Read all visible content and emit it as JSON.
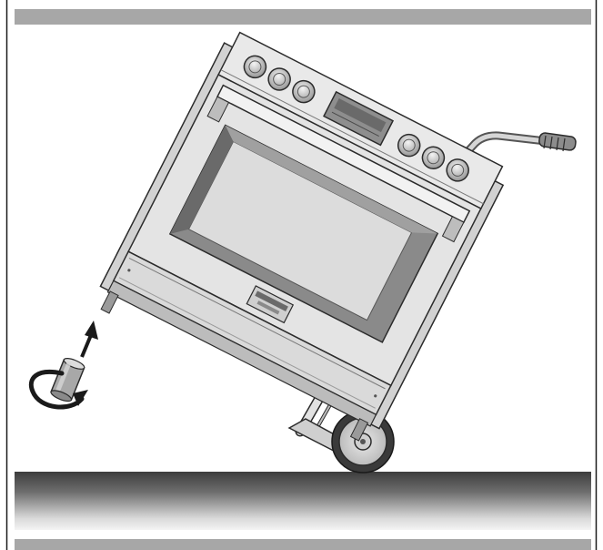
{
  "figure": {
    "colors": {
      "header_bar": "#a7a7a7",
      "frame_line": "#1a1a1a",
      "floor_top": "#3d3d3d",
      "floor_mid": "#7a7a7a",
      "floor_light": "#f2f2f2",
      "range_body": "#e6e6e6",
      "range_panel": "#d2d2d2",
      "window": "#dcdcdc",
      "window_shadow": "#7a7a7a",
      "metal_dark": "#555555",
      "metal_mid": "#9a9a9a",
      "metal_light": "#c8c8c8",
      "outline": "#2b2b2b"
    },
    "icons": [
      "oven-range",
      "hand-truck",
      "leveling-leg",
      "up-arrow-icon",
      "rotate-arrow-icon"
    ]
  }
}
